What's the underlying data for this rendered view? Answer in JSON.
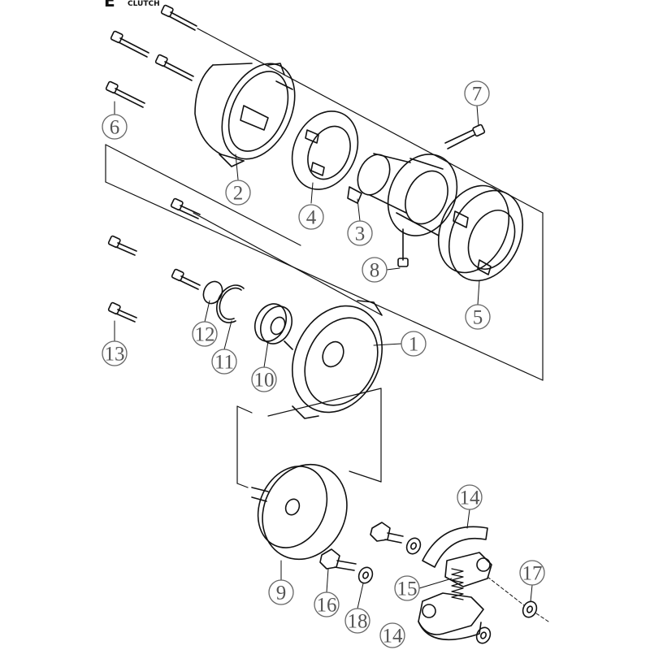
{
  "header": {
    "section_letter": "E",
    "title": "CLUTCH"
  },
  "callouts": [
    {
      "id": "1",
      "label": "1"
    },
    {
      "id": "2",
      "label": "2"
    },
    {
      "id": "3",
      "label": "3"
    },
    {
      "id": "4",
      "label": "4"
    },
    {
      "id": "5",
      "label": "5"
    },
    {
      "id": "6",
      "label": "6"
    },
    {
      "id": "7",
      "label": "7"
    },
    {
      "id": "8",
      "label": "8"
    },
    {
      "id": "9",
      "label": "9"
    },
    {
      "id": "10",
      "label": "10"
    },
    {
      "id": "11",
      "label": "11"
    },
    {
      "id": "12",
      "label": "12"
    },
    {
      "id": "13",
      "label": "13"
    },
    {
      "id": "14a",
      "label": "14"
    },
    {
      "id": "14b",
      "label": "14"
    },
    {
      "id": "15",
      "label": "15"
    },
    {
      "id": "16",
      "label": "16"
    },
    {
      "id": "17",
      "label": "17"
    },
    {
      "id": "18",
      "label": "18"
    }
  ]
}
